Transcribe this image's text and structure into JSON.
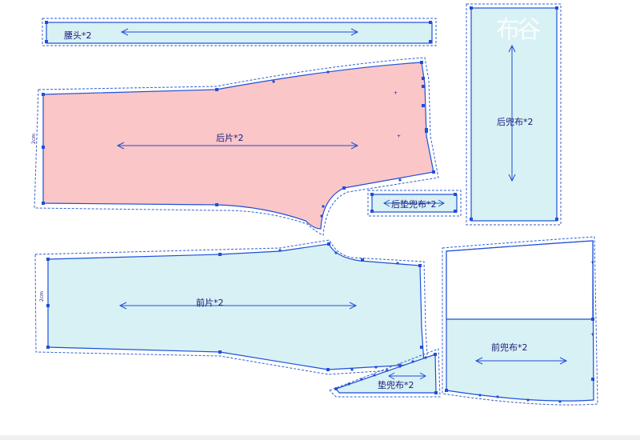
{
  "pieces": {
    "waistband": {
      "label": "腰头*2"
    },
    "back_piece": {
      "label": "后片*2",
      "side_mark": "2cm"
    },
    "back_gusset_lining": {
      "label": "后垫兜布*2"
    },
    "back_pocket_bag": {
      "label": "后兜布*2"
    },
    "front_piece": {
      "label": "前片*2",
      "side_mark": "2cm"
    },
    "gusset_pocket_bag": {
      "label": "垫兜布*2"
    },
    "front_pocket_bag": {
      "label": "前兜布*2"
    }
  },
  "watermark": "布谷",
  "colors": {
    "piece_fill": "#d8f1f4",
    "highlight_fill": "#fac6c8",
    "line": "#1f4fd8"
  }
}
